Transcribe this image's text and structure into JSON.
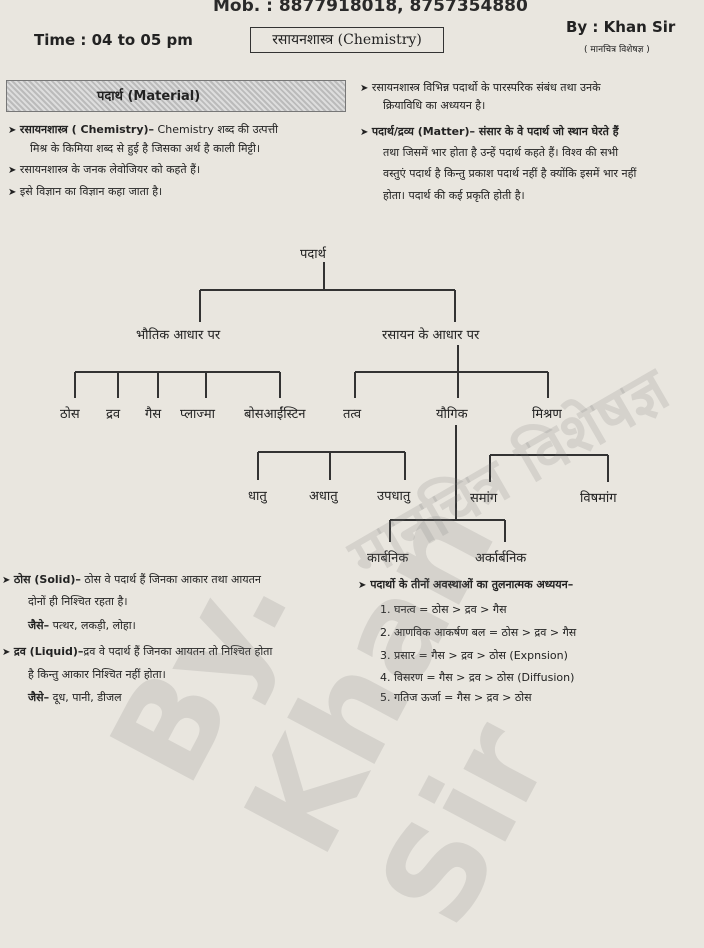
{
  "header": {
    "mobile": "Mob. : 8877918018, 8757354880",
    "time": "Time : 04 to 05 pm",
    "subject": "रसायनशास्त्र (Chemistry)",
    "author": "By : Khan Sir",
    "author_sub": "( मानचित्र विशेषज्ञ )"
  },
  "banner": {
    "title": "पदार्थ (Material)"
  },
  "left_intro": [
    {
      "bold": "रसायनशास्त्र ( Chemistry)–",
      "text": " Chemistry शब्द की उत्पत्ती"
    },
    {
      "bold": "",
      "text": "मिश्र के किमिया शब्द से हुई है जिसका अर्थ है काली मिट्टी।"
    },
    {
      "bold": "",
      "text": "रसायनशास्त्र के जनक लेवोजियर को कहते हैं।"
    },
    {
      "bold": "",
      "text": "इसे विज्ञान का विज्ञान कहा जाता है।"
    }
  ],
  "right_intro": [
    "रसायनशास्त्र विभिन्न पदार्थो के पारस्परिक संबंध तथा उनके",
    "क्रियाविधि का अध्ययन है।",
    "पदार्थ/द्रव्य (Matter)– संसार के वे पदार्थ जो स्थान घेरते हैं",
    "तथा जिसमें भार होता है उन्हें पदार्थ कहते हैं। विश्व की सभी",
    "वस्तुएं पदार्थ है किन्तु प्रकाश पदार्थ नहीं है क्योंकि इसमें भार नहीं",
    "होता। पदार्थ की कई प्रकृति होती है।"
  ],
  "tree": {
    "root": "पदार्थ",
    "physical": "भौतिक आधार पर",
    "chemical": "रसायन के आधार पर",
    "states": [
      "ठोस",
      "द्रव",
      "गैस",
      "प्लाज्मा",
      "बोसआईंस्टिन"
    ],
    "element": "तत्व",
    "compound": "यौगिक",
    "mixture": "मिश्रण",
    "element_types": [
      "धातु",
      "अधातु",
      "उपधातु"
    ],
    "mixture_types": [
      "समांग",
      "विषमांग"
    ],
    "compound_types": [
      "कार्बनिक",
      "अर्कार्बनिक"
    ]
  },
  "bottom_left": [
    {
      "bold": "ठोस (Solid)–",
      "text": " ठोस वे पदार्थ हैं जिनका आकार तथा आयतन"
    },
    {
      "bold": "",
      "text": "दोनों ही निश्चित रहता है।"
    },
    {
      "bold": "जैसे–",
      "text": " पत्थर, लकड़ी, लोहा।"
    },
    {
      "bold": "द्रव (Liquid)–",
      "text": "द्रव वे पदार्थ हैं जिनका आयतन तो निश्चित होता"
    },
    {
      "bold": "",
      "text": "है किन्तु आकार निश्चित नहीं होता।"
    },
    {
      "bold": "जैसे–",
      "text": " दूध, पानी, डीजल"
    }
  ],
  "bottom_right": {
    "heading": "पदार्थो के तीनों अवस्थाओं का तुलनात्मक अध्ययन–",
    "items": [
      "1.  घनत्व = ठोस > द्रव > गैस",
      "2.  आणविक आकर्षण बल = ठोस > द्रव > गैस",
      "3.  प्रसार = गैस > द्रव > ठोस (Expnsion)",
      "4.  विसरण = गैस > द्रव > ठोस (Diffusion)",
      "5.  गतिज ऊर्जा = गैस > द्रव > ठोस"
    ]
  },
  "watermark": {
    "main": "By. Khan Sir",
    "sub": "मानचित्र विशेषज्ञ"
  }
}
